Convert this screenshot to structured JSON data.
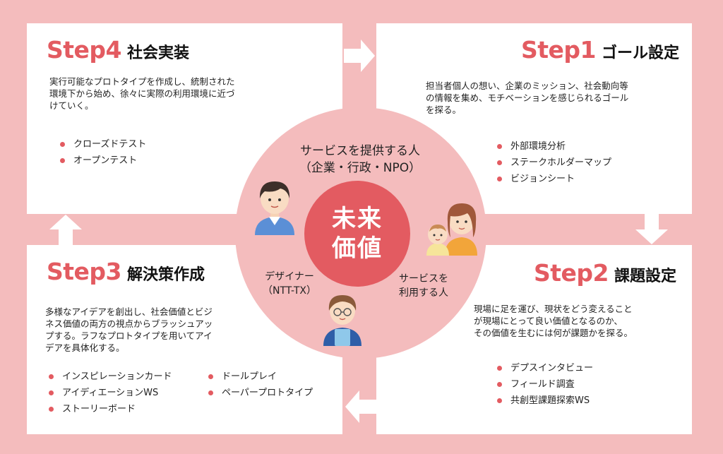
{
  "step4": {
    "step": "Step4",
    "name": "社会実装",
    "desc": "実行可能なプロトタイプを作成し、統制された\n環境下から始め、徐々に実際の利用環境に近づ\nけていく。",
    "bullets": [
      "クローズドテスト",
      "オープンテスト"
    ]
  },
  "step1": {
    "step": "Step1",
    "name": "ゴール設定",
    "desc": "担当者個人の想い、企業のミッション、社会動向等\nの情報を集め、モチベーションを感じられるゴール\nを探る。",
    "bullets": [
      "外部環境分析",
      "ステークホルダーマップ",
      "ビジョンシート"
    ]
  },
  "step3": {
    "step": "Step3",
    "name": "解決策作成",
    "desc": "多様なアイデアを創出し、社会価値とビジ\nネス価値の両方の視点からブラッシュアッ\nプする。ラフなプロトタイプを用いてアイ\nデアを具体化する。",
    "bullets_left": [
      "インスピレーションカード",
      "アイディエーションWS",
      "ストーリーボード"
    ],
    "bullets_right": [
      "ドールプレイ",
      "ペーパープロトタイプ"
    ]
  },
  "step2": {
    "step": "Step2",
    "name": "課題設定",
    "desc": "現場に足を運び、現状をどう変えること\nが現場にとって良い価値となるのか、\nその価値を生むには何が課題かを探る。",
    "bullets": [
      "デプスインタビュー",
      "フィールド調査",
      "共創型課題探索WS"
    ]
  },
  "center": {
    "core_line1": "未来",
    "core_line2": "価値",
    "provider_line1": "サービスを提供する人",
    "provider_line2": "（企業・行政・NPO）",
    "designer_line1": "デザイナー",
    "designer_line2": "（NTT-TX）",
    "user_line1": "サービスを",
    "user_line2": "利用する人"
  },
  "colors": {
    "accent": "#e35b61",
    "background": "#f4bcbd",
    "panel": "#ffffff"
  }
}
